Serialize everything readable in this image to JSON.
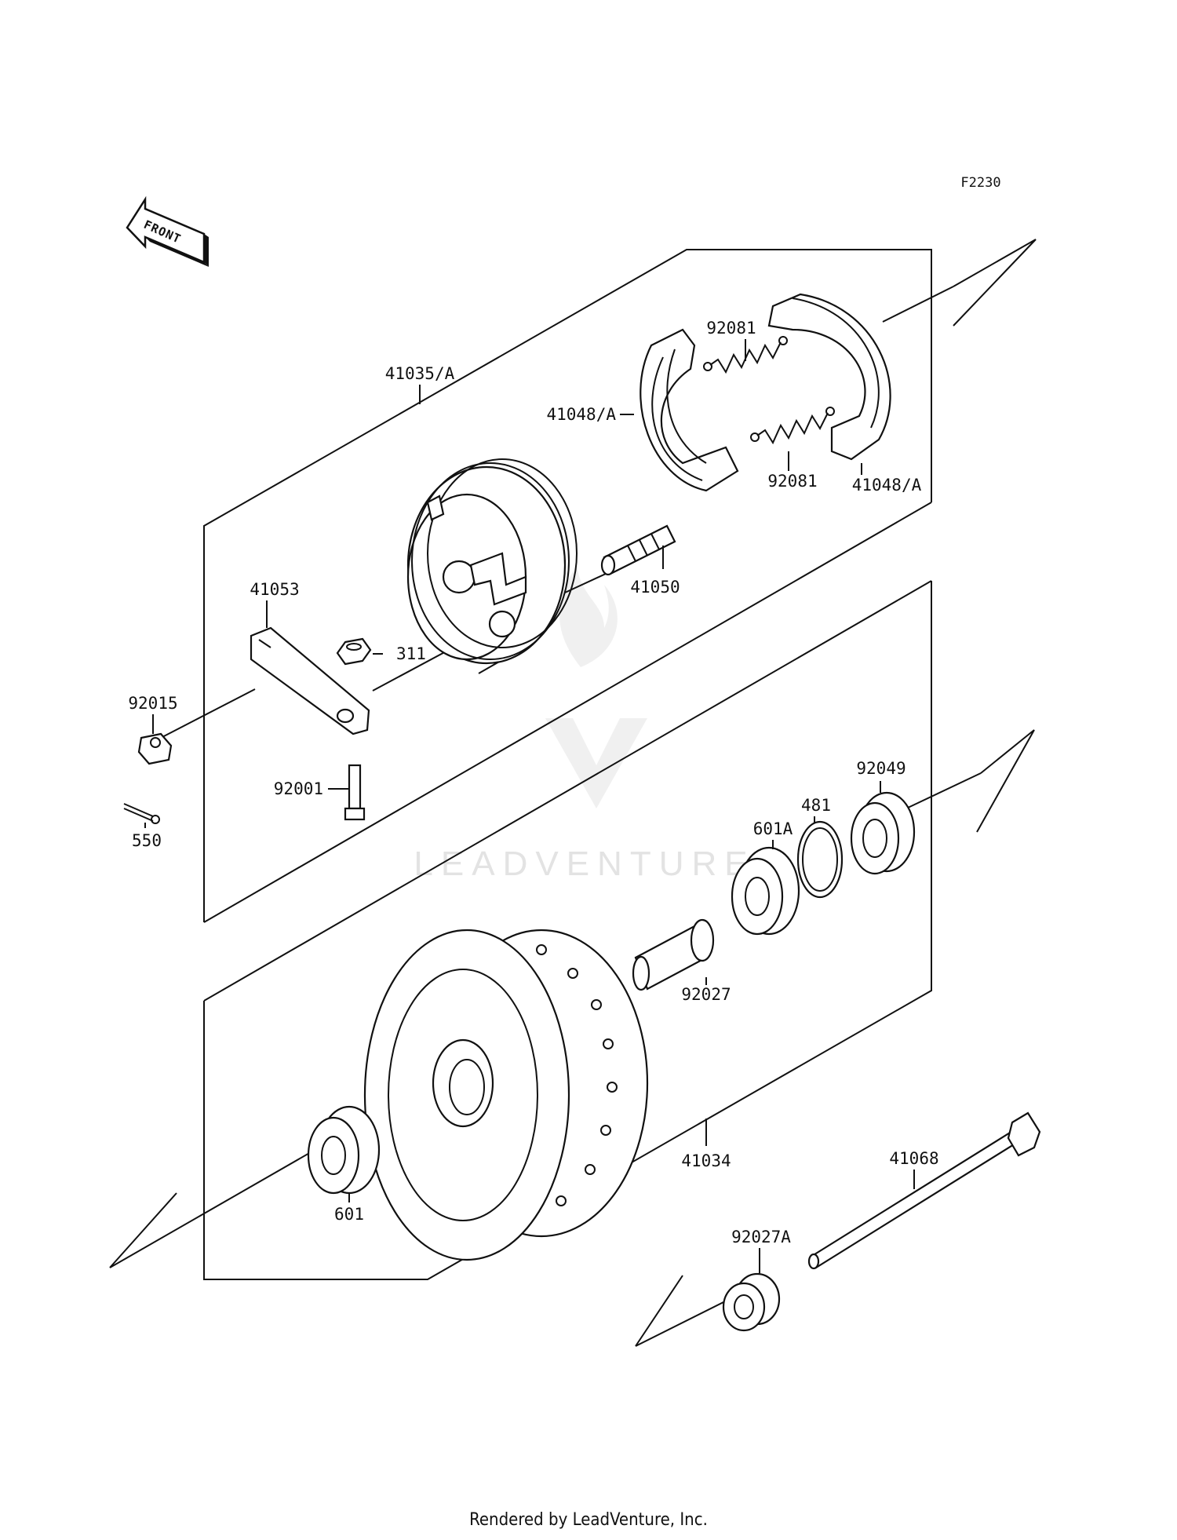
{
  "diagram": {
    "code": "F2230",
    "front_label": "FRONT",
    "watermark": "LEADVENTURE",
    "parts": [
      {
        "id": "p-41035",
        "label": "41035/A"
      },
      {
        "id": "p-41048-left",
        "label": "41048/A"
      },
      {
        "id": "p-92081-top",
        "label": "92081"
      },
      {
        "id": "p-92081-bottom",
        "label": "92081"
      },
      {
        "id": "p-41048-right",
        "label": "41048/A"
      },
      {
        "id": "p-41053",
        "label": "41053"
      },
      {
        "id": "p-41050",
        "label": "41050"
      },
      {
        "id": "p-311",
        "label": "311"
      },
      {
        "id": "p-92015",
        "label": "92015"
      },
      {
        "id": "p-92001",
        "label": "92001"
      },
      {
        "id": "p-550",
        "label": "550"
      },
      {
        "id": "p-92049",
        "label": "92049"
      },
      {
        "id": "p-481",
        "label": "481"
      },
      {
        "id": "p-601A",
        "label": "601A"
      },
      {
        "id": "p-92027",
        "label": "92027"
      },
      {
        "id": "p-41034",
        "label": "41034"
      },
      {
        "id": "p-601",
        "label": "601"
      },
      {
        "id": "p-41068",
        "label": "41068"
      },
      {
        "id": "p-92027A",
        "label": "92027A"
      }
    ]
  },
  "footer": {
    "text": "Rendered by LeadVenture, Inc."
  }
}
